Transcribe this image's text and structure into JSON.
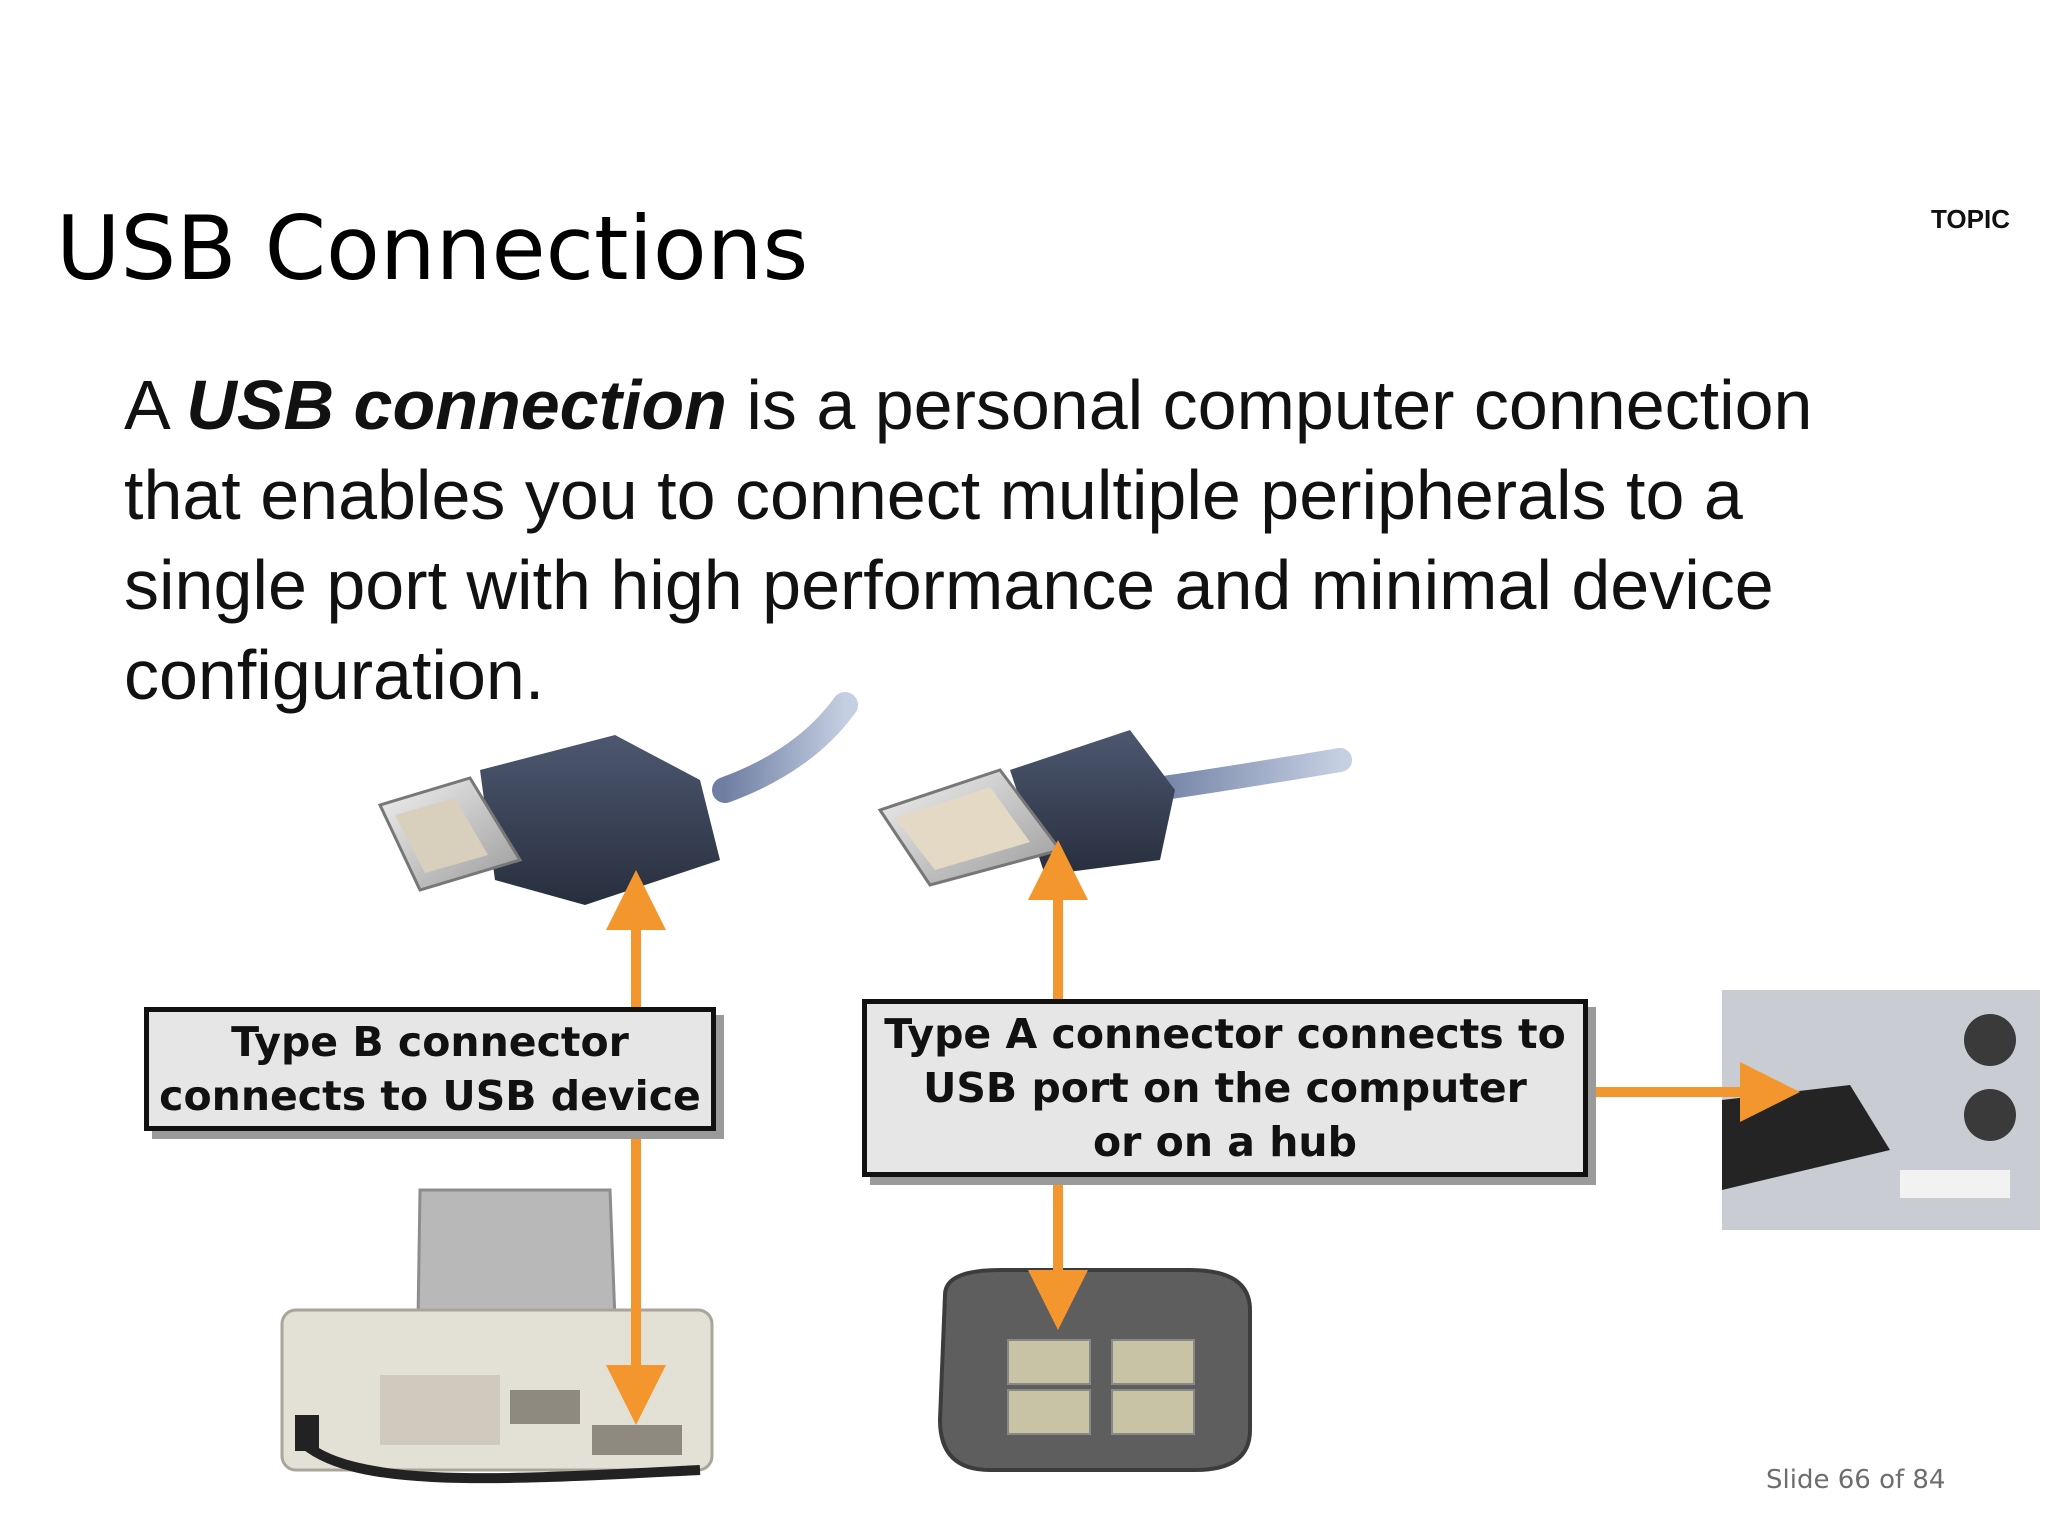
{
  "slide": {
    "title": "USB Connections",
    "topic_label": "TOPIC",
    "body": {
      "prefix": "A ",
      "term": "USB connection",
      "rest": " is a personal computer connection that enables you to connect multiple peripherals to a single port with high performance and minimal device configuration."
    },
    "callouts": {
      "type_b": {
        "line1": "Type B connector",
        "line2": "connects to USB device"
      },
      "type_a": {
        "line1": "Type A connector connects to",
        "line2": "USB port on the computer",
        "line3": "or on a hub"
      }
    },
    "slide_number": "Slide 66 of 84"
  },
  "colors": {
    "arrow": "#f4962e",
    "connector_body": "#3a4358",
    "callout_fill": "#e6e6e6",
    "callout_shadow": "#9a9a9a",
    "slide_number_text": "#6d6d6d"
  }
}
